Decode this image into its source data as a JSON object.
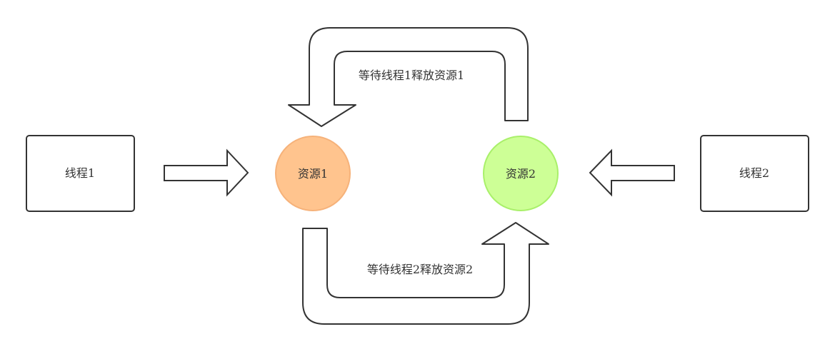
{
  "diagram": {
    "nodes": {
      "thread1": {
        "label": "线程1"
      },
      "thread2": {
        "label": "线程2"
      },
      "resource1": {
        "label": "资源1"
      },
      "resource2": {
        "label": "资源2"
      }
    },
    "edges": {
      "top_loop": {
        "label": "等待线程1释放资源1"
      },
      "bottom_loop": {
        "label": "等待线程2释放资源2"
      }
    }
  },
  "colors": {
    "resource1_fill": "#ffc48e",
    "resource1_stroke": "#f6b27a",
    "resource2_fill": "#cdff96",
    "resource2_stroke": "#a9f06a",
    "box_stroke": "#333333",
    "text": "#333333"
  }
}
